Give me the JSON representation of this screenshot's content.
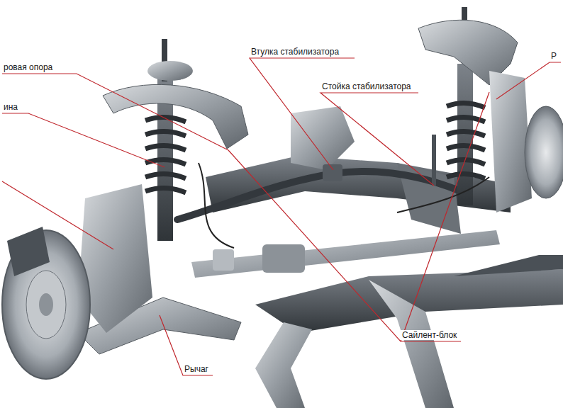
{
  "diagram": {
    "labels": [
      "ровая опора",
      "ина",
      "Втулка стабилизатора",
      "Стойка стабилизатора",
      "Р",
      "Сайлент-блок",
      "Рычаг"
    ]
  }
}
